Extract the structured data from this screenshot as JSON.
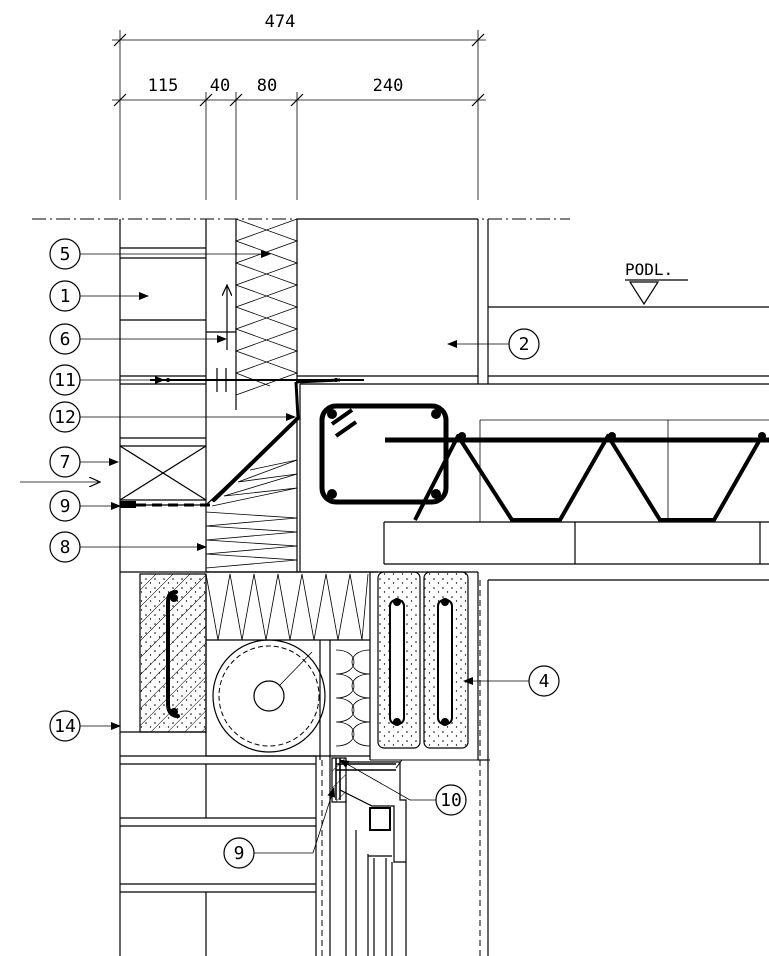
{
  "dimensions": {
    "total": "474",
    "d1": "115",
    "d2": "40",
    "d3": "80",
    "d4": "240"
  },
  "level_label": "PODL.",
  "callouts": [
    "5",
    "1",
    "6",
    "11",
    "12",
    "7",
    "9",
    "8",
    "14",
    "2",
    "4",
    "10",
    "9"
  ]
}
